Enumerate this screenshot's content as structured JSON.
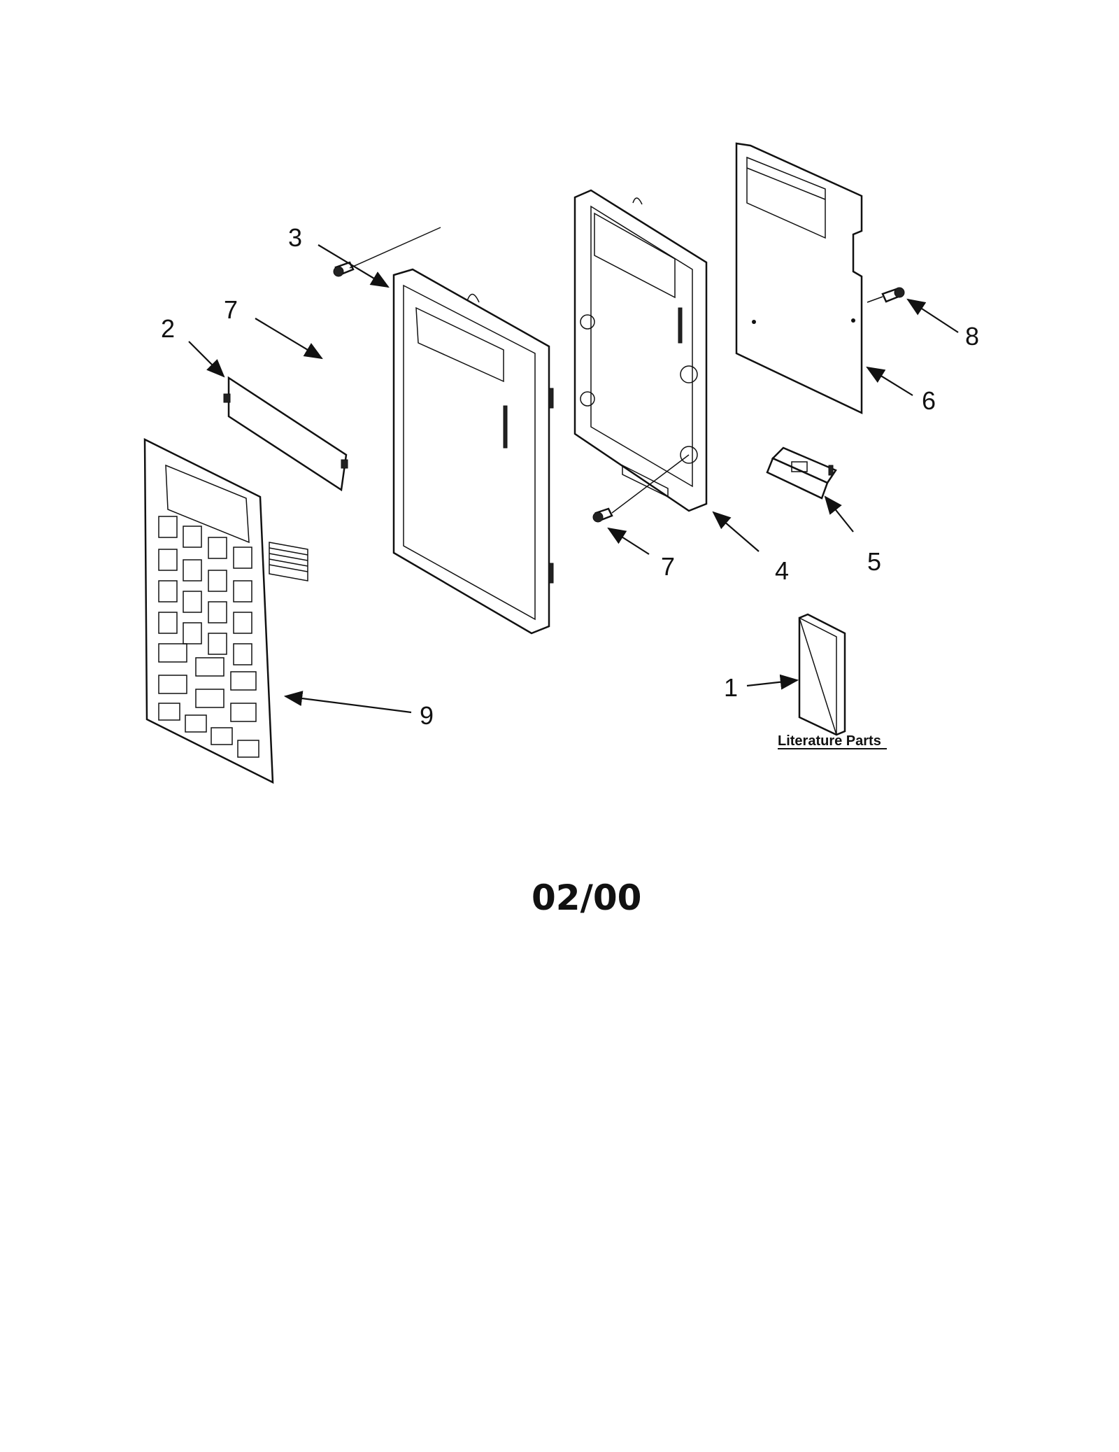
{
  "callouts": {
    "c1": "1",
    "c2": "2",
    "c3": "3",
    "c4": "4",
    "c5": "5",
    "c6": "6",
    "c7a": "7",
    "c7b": "7",
    "c8": "8",
    "c9": "9"
  },
  "literature_label": "Literature Parts",
  "date_code": "02/00"
}
